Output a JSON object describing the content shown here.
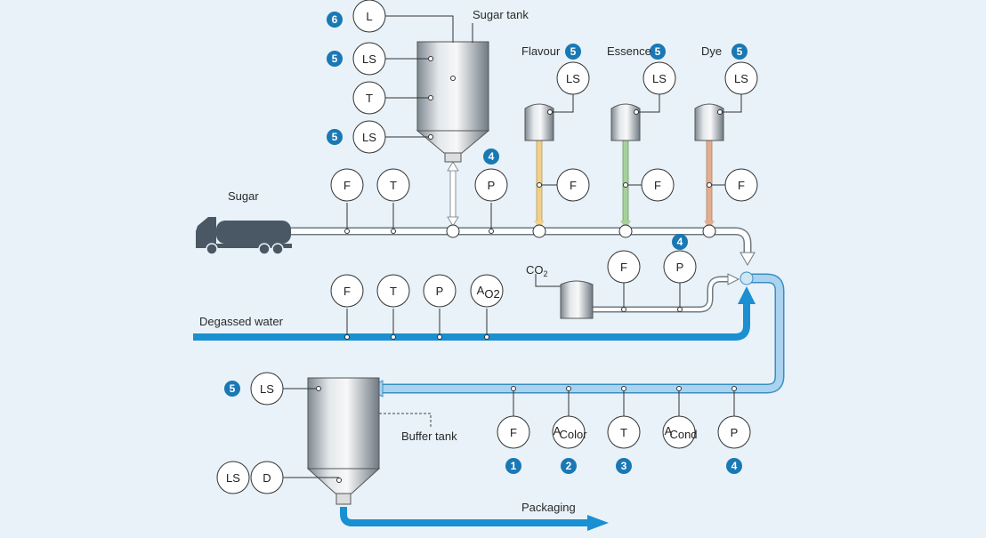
{
  "labels": {
    "sugar": "Sugar",
    "sugar_tank": "Sugar tank",
    "flavour": "Flavour",
    "essence": "Essence",
    "dye": "Dye",
    "co2": "CO",
    "co2_sub": "2",
    "degassed_water": "Degassed water",
    "buffer_tank": "Buffer tank",
    "packaging": "Packaging"
  },
  "instruments": {
    "st_l": "L",
    "st_ls1": "LS",
    "st_t": "T",
    "st_ls2": "LS",
    "fl_ls": "LS",
    "es_ls": "LS",
    "dy_ls": "LS",
    "su_f": "F",
    "su_t": "T",
    "su_p": "P",
    "fl_f": "F",
    "es_f": "F",
    "dy_f": "F",
    "co_f": "F",
    "co_p": "P",
    "dw_f": "F",
    "dw_t": "T",
    "dw_p": "P",
    "dw_a": "A",
    "dw_a_sub": "O2",
    "bt_ls": "LS",
    "bt_ls2": "LS",
    "bt_d": "D",
    "rl_f": "F",
    "rl_acolor": "A",
    "rl_acolor_sub": "Color",
    "rl_t": "T",
    "rl_acond": "A",
    "rl_acond_sub": "Cond",
    "rl_p": "P"
  },
  "badges": {
    "b_l": "6",
    "b_ls1": "5",
    "b_ls2": "5",
    "b_flavour": "5",
    "b_essence": "5",
    "b_dye": "5",
    "b_sugar_p": "4",
    "b_co2_p": "4",
    "b_buffer_ls": "5",
    "b_f": "1",
    "b_color": "2",
    "b_t": "3",
    "b_p": "4"
  },
  "colors": {
    "background": "#e8f2f8",
    "water_line": "#1a8fd1",
    "return_line": "#a9d3ee",
    "badge": "#1a78b4",
    "truck": "#4a5866",
    "flavour_pipe": "#f2d089",
    "essence_pipe": "#a6d19a",
    "dye_pipe": "#e3ae8f"
  }
}
